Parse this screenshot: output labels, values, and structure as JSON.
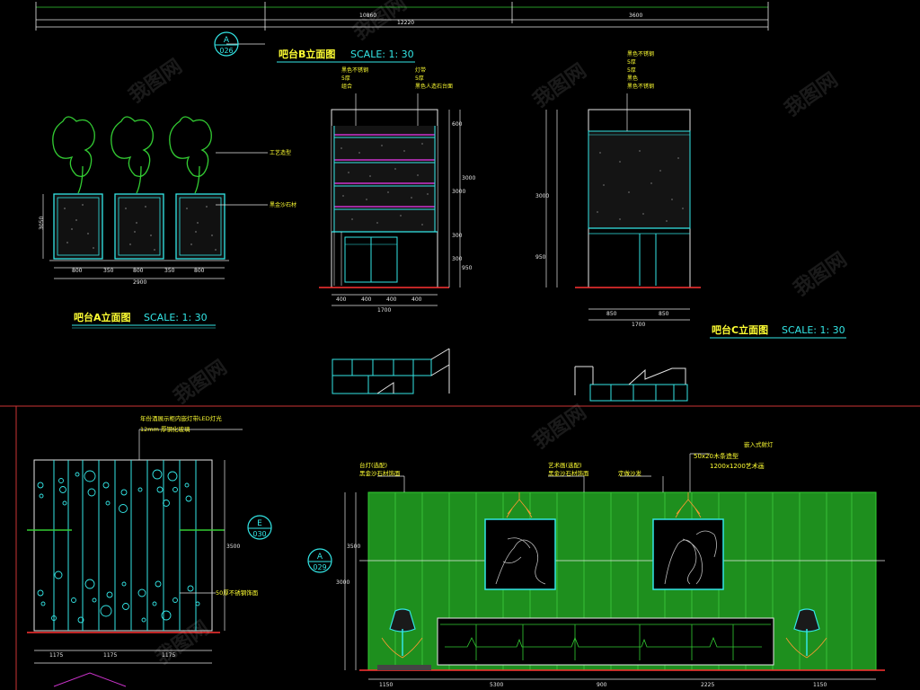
{
  "drawing": {
    "top_dims": [
      "10860",
      "12220",
      "3600"
    ],
    "section_marks": [
      {
        "top": "A",
        "bottom": "026"
      },
      {
        "top": "E",
        "bottom": "030"
      },
      {
        "top": "A",
        "bottom": "029"
      }
    ],
    "titles": {
      "b_elevation": "吧台B立面图",
      "b_scale": "SCALE: 1: 30",
      "a_elevation": "吧台A立面图",
      "a_scale": "SCALE: 1: 30",
      "c_elevation": "吧台C立面图",
      "c_scale": "SCALE: 1: 30"
    },
    "callouts": {
      "b_left": [
        "黑色不锈钢",
        "5厚",
        "组合"
      ],
      "b_right": [
        "灯带",
        "5厚",
        "黑色人造石台面"
      ],
      "c_top": [
        "黑色不锈钢",
        "5厚",
        "5厚",
        "黑色",
        "黑色不锈钢"
      ],
      "planter_top": "工艺造型",
      "planter_bottom": "黑金沙石材",
      "wall_top_1": "年份酒展示柜内嵌灯带LED灯光",
      "wall_top_2": "12mm 厚钢化玻璃",
      "wall_side": "50厚不锈钢饰面",
      "bar_1a": "台灯(选配)",
      "bar_1b": "黑金沙石材饰面",
      "bar_2a": "艺术画(选配)",
      "bar_2b": "黑金沙石材饰面",
      "bar_3": "定做沙发",
      "bar_4a": "嵌入式射灯",
      "bar_4b": "50x20木条造型",
      "bar_4c": "1200x1200艺术画"
    },
    "dims": {
      "planter_w": [
        "800",
        "350",
        "800",
        "350",
        "800"
      ],
      "planter_total": "2900",
      "planter_h": "3050",
      "b_w": [
        "400",
        "400",
        "400",
        "400"
      ],
      "b_total": "1700",
      "b_h": [
        "600",
        "3000",
        "300",
        "300",
        "3000",
        "950"
      ],
      "c_w": [
        "850",
        "850"
      ],
      "c_total": "1700",
      "c_h": [
        "3000",
        "950"
      ],
      "wall_w": [
        "1175",
        "1175",
        "1175"
      ],
      "wall_h": "3500",
      "bar_w": [
        "1150",
        "5300",
        "900",
        "2225",
        "1150"
      ],
      "bar_h": [
        "3000",
        "3500"
      ]
    },
    "watermarks": [
      "我图网",
      "我图网",
      "我图网",
      "我图网",
      "我图网",
      "我图网",
      "我图网",
      "我图网"
    ]
  }
}
